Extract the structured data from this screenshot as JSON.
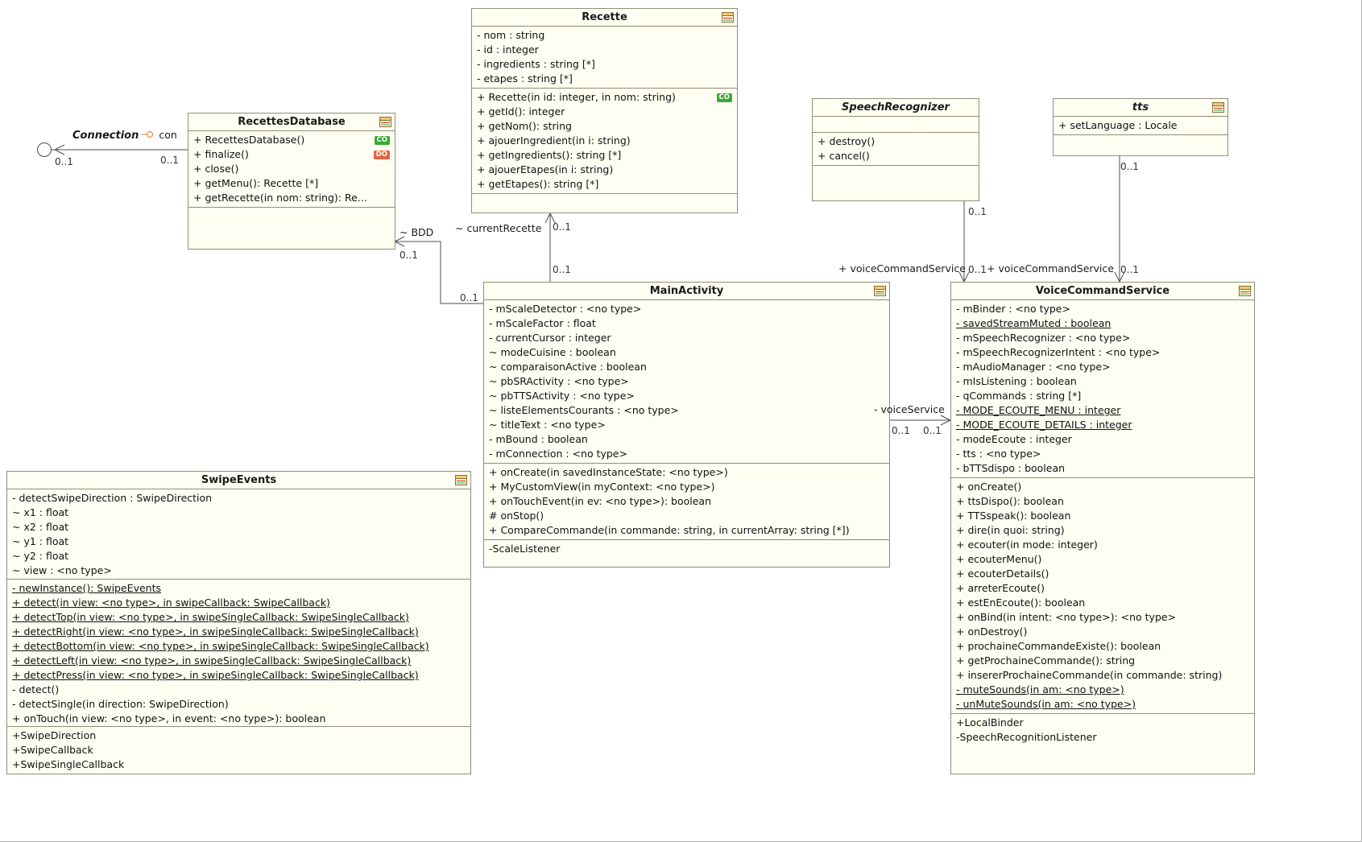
{
  "badges": {
    "CO": "#3aaa35",
    "DO": "#e0653f"
  },
  "classes": {
    "recette": {
      "title": "Recette",
      "attributes": [
        {
          "t": "- nom : string"
        },
        {
          "t": "- id : integer"
        },
        {
          "t": "- ingredients : string [*]"
        },
        {
          "t": "- etapes : string [*]"
        }
      ],
      "methods": [
        {
          "t": "+ Recette(in id: integer, in nom: string)",
          "badge": "CO"
        },
        {
          "t": "+ getId(): integer"
        },
        {
          "t": "+ getNom(): string"
        },
        {
          "t": "+ ajouerIngredient(in i: string)"
        },
        {
          "t": "+ getIngredients(): string [*]"
        },
        {
          "t": "+ ajouerEtapes(in i: string)"
        },
        {
          "t": "+ getEtapes(): string [*]"
        }
      ],
      "inner": []
    },
    "recettes_database": {
      "title": "RecettesDatabase",
      "methods": [
        {
          "t": "+ RecettesDatabase()",
          "badge": "CO"
        },
        {
          "t": "+ finalize()",
          "badge": "DO"
        },
        {
          "t": "+ close()"
        },
        {
          "t": "+ getMenu(): Recette [*]"
        },
        {
          "t": "+ getRecette(in nom: string): Re..."
        }
      ],
      "inner": []
    },
    "speech_recognizer": {
      "title": "SpeechRecognizer",
      "attributes": [],
      "methods": [
        {
          "t": "+ destroy()"
        },
        {
          "t": "+ cancel()"
        }
      ],
      "inner": []
    },
    "tts": {
      "title": "tts",
      "attributes": [
        {
          "t": "+ setLanguage : Locale"
        }
      ],
      "inner": []
    },
    "main_activity": {
      "title": "MainActivity",
      "attributes": [
        {
          "t": "- mScaleDetector : <no type>"
        },
        {
          "t": "- mScaleFactor : float"
        },
        {
          "t": "- currentCursor : integer"
        },
        {
          "t": "~ modeCuisine : boolean"
        },
        {
          "t": "~ comparaisonActive : boolean"
        },
        {
          "t": "~ pbSRActivity : <no type>"
        },
        {
          "t": "~ pbTTSActivity : <no type>"
        },
        {
          "t": "~ listeElementsCourants : <no type>"
        },
        {
          "t": "~ titleText : <no type>"
        },
        {
          "t": "- mBound : boolean"
        },
        {
          "t": "- mConnection : <no type>"
        }
      ],
      "methods": [
        {
          "t": "+ onCreate(in savedInstanceState: <no type>)"
        },
        {
          "t": "+ MyCustomView(in myContext: <no type>)"
        },
        {
          "t": "+ onTouchEvent(in ev: <no type>): boolean"
        },
        {
          "t": "# onStop()"
        },
        {
          "t": "+ CompareCommande(in commande: string, in currentArray: string [*])"
        }
      ],
      "inner": [
        {
          "t": "-ScaleListener"
        }
      ]
    },
    "voice_command_service": {
      "title": "VoiceCommandService",
      "attributes": [
        {
          "t": "- mBinder : <no type>"
        },
        {
          "t": "- savedStreamMuted : boolean",
          "u": true
        },
        {
          "t": "- mSpeechRecognizer : <no type>"
        },
        {
          "t": "- mSpeechRecognizerIntent : <no type>"
        },
        {
          "t": "- mAudioManager : <no type>"
        },
        {
          "t": "- mIsListening : boolean"
        },
        {
          "t": "- qCommands : string [*]"
        },
        {
          "t": "- MODE_ECOUTE_MENU : integer",
          "u": true
        },
        {
          "t": "- MODE_ECOUTE_DETAILS : integer",
          "u": true
        },
        {
          "t": "- modeEcoute : integer"
        },
        {
          "t": "- tts : <no type>"
        },
        {
          "t": "- bTTSdispo : boolean"
        }
      ],
      "methods": [
        {
          "t": "+ onCreate()"
        },
        {
          "t": "+ ttsDispo(): boolean"
        },
        {
          "t": "+ TTSspeak(): boolean"
        },
        {
          "t": "+ dire(in quoi: string)"
        },
        {
          "t": "+ ecouter(in mode: integer)"
        },
        {
          "t": "+ ecouterMenu()"
        },
        {
          "t": "+ ecouterDetails()"
        },
        {
          "t": "+ arreterEcoute()"
        },
        {
          "t": "+ estEnEcoute(): boolean"
        },
        {
          "t": "+ onBind(in intent: <no type>): <no type>"
        },
        {
          "t": "+ onDestroy()"
        },
        {
          "t": "+ prochaineCommandeExiste(): boolean"
        },
        {
          "t": "+ getProchaineCommande(): string"
        },
        {
          "t": "+ insererProchaineCommande(in commande: string)"
        },
        {
          "t": "- muteSounds(in am: <no type>)",
          "u": true
        },
        {
          "t": "- unMuteSounds(in am: <no type>)",
          "u": true
        }
      ],
      "inner": [
        {
          "t": "+LocalBinder"
        },
        {
          "t": "-SpeechRecognitionListener"
        }
      ]
    },
    "swipe_events": {
      "title": "SwipeEvents",
      "attributes": [
        {
          "t": "- detectSwipeDirection : SwipeDirection"
        },
        {
          "t": "~ x1 : float"
        },
        {
          "t": "~ x2 : float"
        },
        {
          "t": "~ y1 : float"
        },
        {
          "t": "~ y2 : float"
        },
        {
          "t": "~ view : <no type>"
        }
      ],
      "methods": [
        {
          "t": "- newInstance(): SwipeEvents",
          "u": true
        },
        {
          "t": "+ detect(in view: <no type>, in swipeCallback: SwipeCallback)",
          "u": true
        },
        {
          "t": "+ detectTop(in view: <no type>, in swipeSingleCallback: SwipeSingleCallback)",
          "u": true
        },
        {
          "t": "+ detectRight(in view: <no type>, in swipeSingleCallback: SwipeSingleCallback)",
          "u": true
        },
        {
          "t": "+ detectBottom(in view: <no type>, in swipeSingleCallback: SwipeSingleCallback)",
          "u": true
        },
        {
          "t": "+ detectLeft(in view: <no type>, in swipeSingleCallback: SwipeSingleCallback)",
          "u": true
        },
        {
          "t": "+ detectPress(in view: <no type>, in swipeSingleCallback: SwipeSingleCallback)",
          "u": true
        },
        {
          "t": "- detect()"
        },
        {
          "t": "- detectSingle(in direction: SwipeDirection)"
        },
        {
          "t": "+ onTouch(in view: <no type>, in event: <no type>): boolean"
        }
      ],
      "inner": [
        {
          "t": "+SwipeDirection"
        },
        {
          "t": "+SwipeCallback"
        },
        {
          "t": "+SwipeSingleCallback"
        }
      ]
    }
  },
  "connectors": {
    "connection": {
      "name": "Connection",
      "role": "con",
      "mult_near_circle": "0..1",
      "mult_near_class": "0..1"
    },
    "bdd": {
      "role": "~ BDD",
      "mult_near_database": "0..1",
      "mult_near_mainactivity": "0..1"
    },
    "current_recette": {
      "role": "~ currentRecette",
      "mult_near_recette": "0..1",
      "mult_near_mainactivity": "0..1"
    },
    "speechrecognizer_service": {
      "role": "+ voiceCommandService",
      "mult_near_speechrecognizer": "0..1",
      "mult_near_service": "0..1"
    },
    "tts_service": {
      "role": "+ voiceCommandService",
      "mult_near_tts": "0..1",
      "mult_near_service": "0..1"
    },
    "voice_service": {
      "role": "- voiceService",
      "mult_near_mainactivity": "0..1",
      "mult_near_service": "0..1"
    }
  }
}
